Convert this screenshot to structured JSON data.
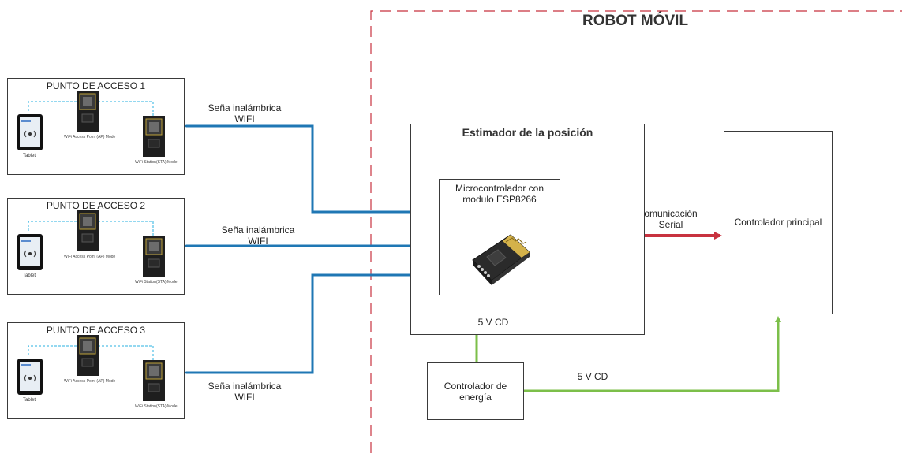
{
  "robot_title": "ROBOT MÓVIL",
  "access_points": [
    {
      "title": "PUNTO DE ACCESO 1",
      "tablet": "Tablet",
      "ap_caption": "WiFi Access Point (AP) Mode",
      "sta_caption": "WiFi Station(STA) Mode"
    },
    {
      "title": "PUNTO DE ACCESO 2",
      "tablet": "Tablet",
      "ap_caption": "WiFi Access Point (AP) Mode",
      "sta_caption": "WiFi Station(STA) Mode"
    },
    {
      "title": "PUNTO DE ACCESO 3",
      "tablet": "Tablet",
      "ap_caption": "WiFi Access Point (AP) Mode",
      "sta_caption": "WiFi Station(STA) Mode"
    }
  ],
  "wifi_labels": [
    {
      "line1": "Seña inalámbrica",
      "line2": "WIFI"
    },
    {
      "line1": "Seña inalámbrica",
      "line2": "WIFI"
    },
    {
      "line1": "Seña inalámbrica",
      "line2": "WIFI"
    }
  ],
  "estimator": {
    "title": "Estimador de la posición"
  },
  "micro": {
    "line1": "Microcontrolador con",
    "line2": "modulo ESP8266"
  },
  "serial": {
    "line1": "omunicación",
    "line2": "Serial"
  },
  "main_controller": "Controlador principal",
  "energy": {
    "line1": "Controlador de",
    "line2": "energía"
  },
  "voltage_labels": [
    "5 V CD",
    "5 V CD"
  ],
  "colors": {
    "wifi": "#1f77b4",
    "serial": "#c8323f",
    "power": "#7cbf4a",
    "border_dash": "#c8323f"
  }
}
